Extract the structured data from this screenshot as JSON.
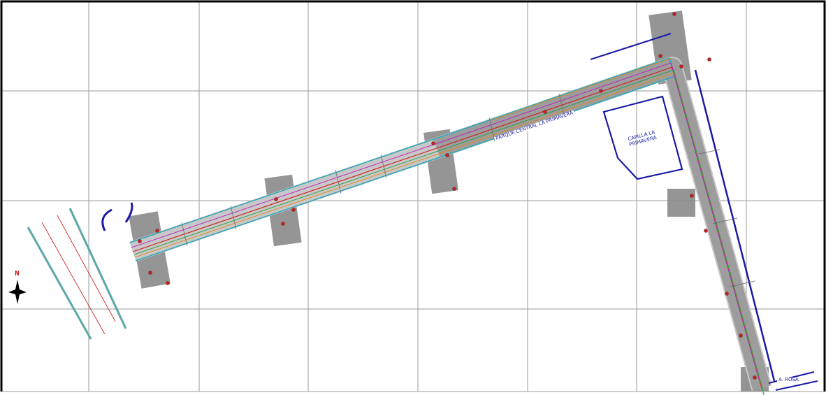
{
  "diagram": {
    "nodes": [
      {
        "text": [
          "CAPILLA LA PRIMAVERA"
        ]
      }
    ],
    "labels": [
      "PARQUE CENTRAL LA PRIMAVERA",
      "N",
      "A. ROSA"
    ]
  }
}
